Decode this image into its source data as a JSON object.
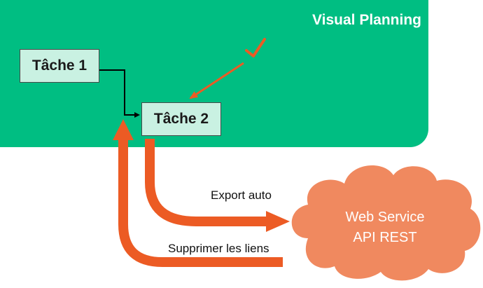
{
  "panel": {
    "title": "Visual Planning",
    "background": "#00BE82"
  },
  "tasks": [
    {
      "label": "Tâche 1"
    },
    {
      "label": "Tâche 2"
    }
  ],
  "task_box_color": "#C9F1E2",
  "arrow_color": "#EC5B24",
  "check_color": "#EC5B24",
  "labels": {
    "export": "Export auto",
    "delete": "Supprimer les liens"
  },
  "cloud": {
    "line1": "Web Service",
    "line2": "API REST",
    "color": "#F0895F"
  }
}
